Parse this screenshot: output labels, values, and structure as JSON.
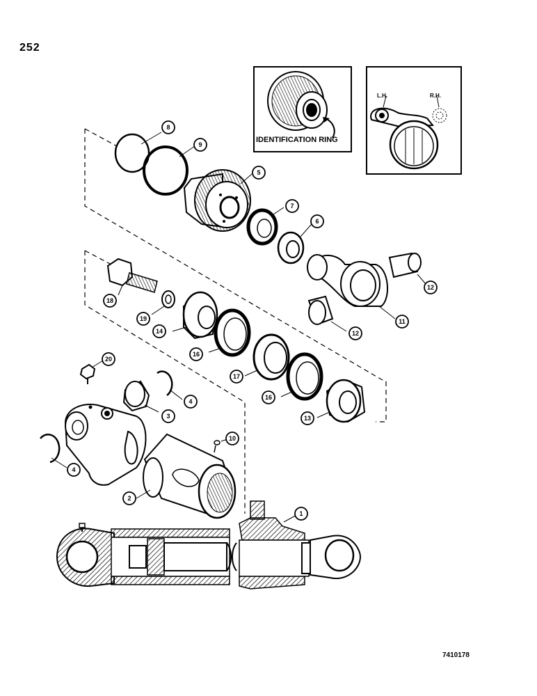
{
  "page_number": "252",
  "figure_code": "7410178",
  "inset_identification": {
    "label": "IDENTIFICATION RING"
  },
  "inset_hand": {
    "left_label": "L.H.",
    "right_label": "R.H."
  },
  "callouts": [
    "1",
    "2",
    "3",
    "4",
    "4",
    "5",
    "6",
    "7",
    "8",
    "9",
    "10",
    "11",
    "12",
    "12",
    "13",
    "14",
    "16",
    "16",
    "17",
    "18",
    "19",
    "20"
  ],
  "colors": {
    "ink": "#000000",
    "paper": "#ffffff"
  }
}
